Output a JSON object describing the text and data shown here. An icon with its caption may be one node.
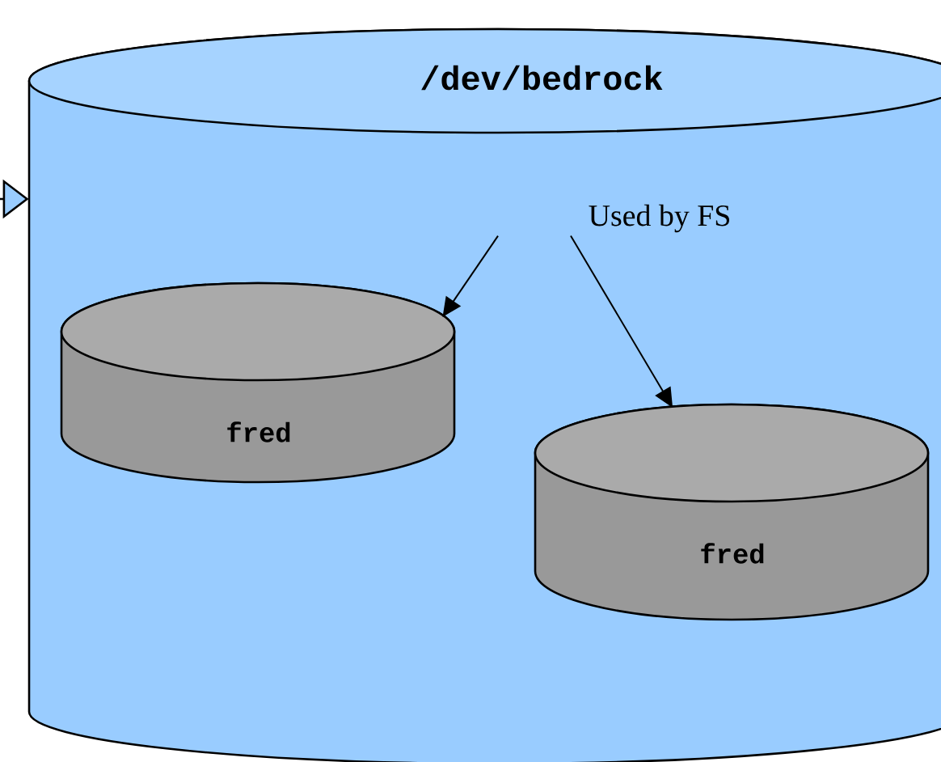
{
  "diagram": {
    "nodes": [
      {
        "text": [
          "/dev/bedrock"
        ]
      },
      {
        "text": [
          "Used by FS"
        ],
        "in": 0
      },
      {
        "text": [
          "fred"
        ],
        "in": 0
      },
      {
        "text": [
          "fred"
        ],
        "in": 0
      }
    ],
    "edges": [
      {
        "from": null,
        "to": 0,
        "arrow": "to"
      },
      {
        "from": 1,
        "to": 2,
        "arrow": "to"
      },
      {
        "from": 1,
        "to": 3,
        "arrow": "to"
      }
    ]
  }
}
